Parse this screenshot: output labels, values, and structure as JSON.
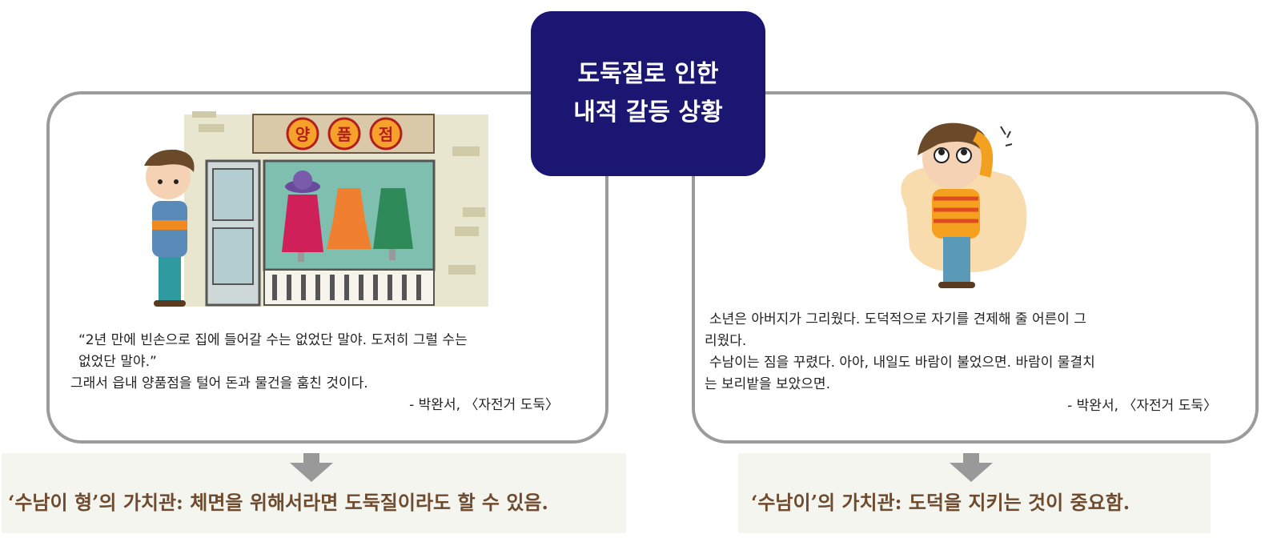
{
  "title": {
    "line1": "도둑질로 인한",
    "line2": "내적 갈등 상황"
  },
  "left": {
    "sign": [
      "양",
      "품",
      "점"
    ],
    "quote_lines": [
      "“2년 만에 빈손으로 집에 들어갈 수는 없었단 말야. 도저히 그럴 수는",
      "없었단 말야.”",
      "그래서 읍내 양품점을 털어 돈과 물건을 훔친 것이다."
    ],
    "source": "- 박완서, 〈자전거 도둑〉",
    "value": "‘수남이 형’의 가치관: 체면을 위해서라면 도둑질이라도 할 수 있음."
  },
  "right": {
    "quote_lines": [
      "소년은 아버지가 그리웠다. 도덕적으로 자기를 견제해 줄 어른이 그",
      "리웠다.",
      "수남이는 짐을 꾸렸다. 아아, 내일도 바람이 불었으면. 바람이 물결치",
      "는 보리밭을 보았으면."
    ],
    "source": "- 박완서, 〈자전거 도둑〉",
    "value": "‘수남이’의 가치관: 도덕을 지키는 것이 중요함."
  },
  "colors": {
    "title_bg": "#1a1672",
    "panel_border": "#9b9b9b",
    "arrow": "#999999",
    "value_text": "#6e4a2e"
  }
}
